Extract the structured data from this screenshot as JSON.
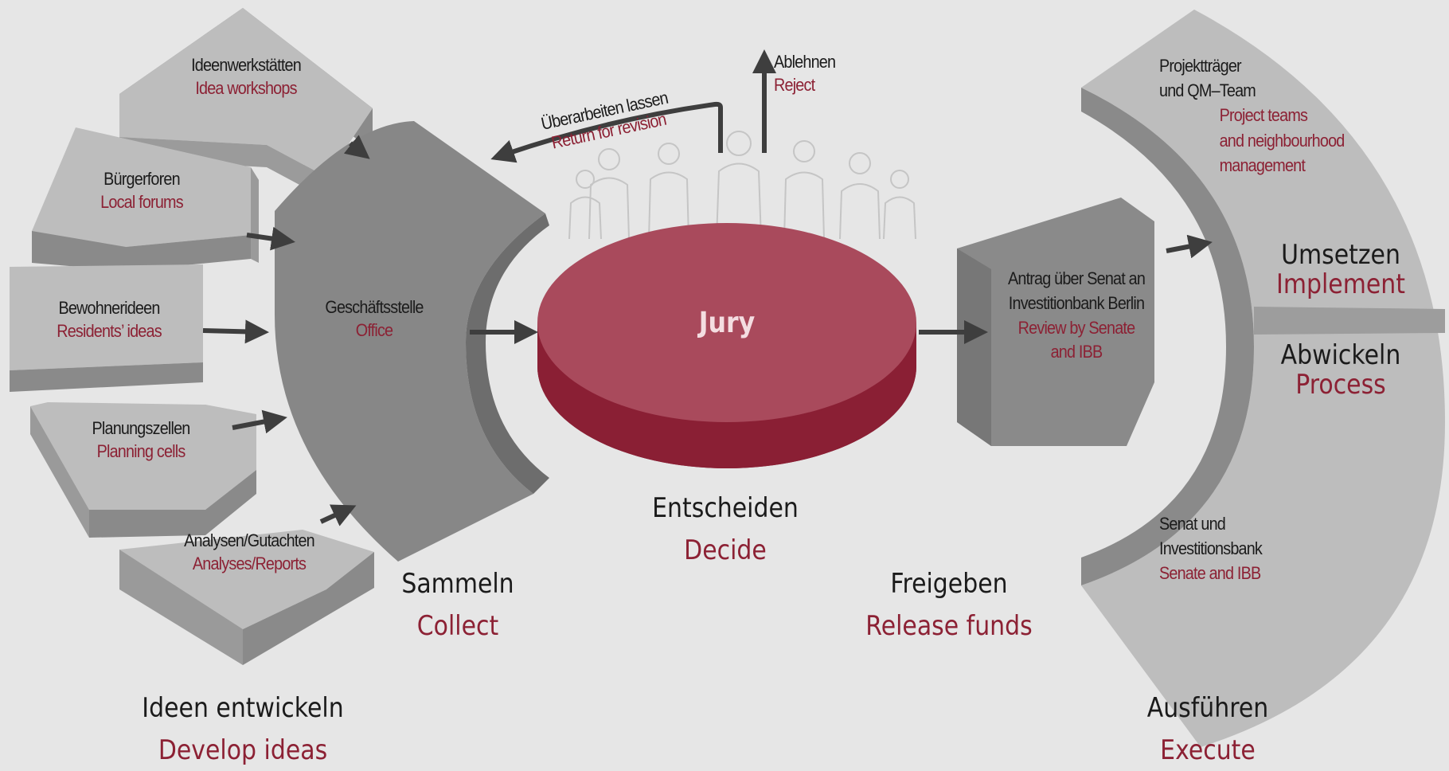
{
  "diagram": {
    "stages": {
      "develop": {
        "de": "Ideen entwickeln",
        "en": "Develop ideas"
      },
      "collect": {
        "de": "Sammeln",
        "en": "Collect"
      },
      "decide": {
        "de": "Entscheiden",
        "en": "Decide"
      },
      "release": {
        "de": "Freigeben",
        "en": "Release funds"
      },
      "execute": {
        "de": "Ausführen",
        "en": "Execute"
      },
      "implement": {
        "de": "Umsetzen",
        "en": "Implement"
      },
      "process": {
        "de": "Abwickeln",
        "en": "Process"
      }
    },
    "sources": [
      {
        "de": "Ideenwerkstätten",
        "en": "Idea workshops"
      },
      {
        "de": "Bürgerforen",
        "en": "Local forums"
      },
      {
        "de": "Bewohnerideen",
        "en": "Residents’ ideas"
      },
      {
        "de": "Planungszellen",
        "en": "Planning cells"
      },
      {
        "de": "Analysen/Gutachten",
        "en": "Analyses/Reports"
      }
    ],
    "office": {
      "de": "Geschäftsstelle",
      "en": "Office"
    },
    "jury": "Jury",
    "reject": {
      "de": "Ablehnen",
      "en": "Reject"
    },
    "revision": {
      "de": "Überarbeiten lassen",
      "en": "Return for revision"
    },
    "review": {
      "de1": "Antrag über Senat an",
      "de2": "Investitionbank Berlin",
      "en1": "Review by Senate",
      "en2": "and IBB"
    },
    "project_teams": {
      "de1": "Projektträger",
      "de2": "und QM–Team",
      "en1": "Project teams",
      "en2": "and neighbourhood",
      "en3": "management"
    },
    "senate": {
      "de1": "Senat und",
      "de2": "Investitionsbank",
      "en": "Senate and IBB"
    },
    "colors": {
      "background": "#e6e6e6",
      "block_top": "#bdbdbd",
      "block_side": "#8a8a8a",
      "office_block": "#878787",
      "jury_top": "#a94a5c",
      "jury_side": "#8a1f34",
      "label_english": "#8c2134",
      "label_german": "#1b1b1b"
    }
  }
}
